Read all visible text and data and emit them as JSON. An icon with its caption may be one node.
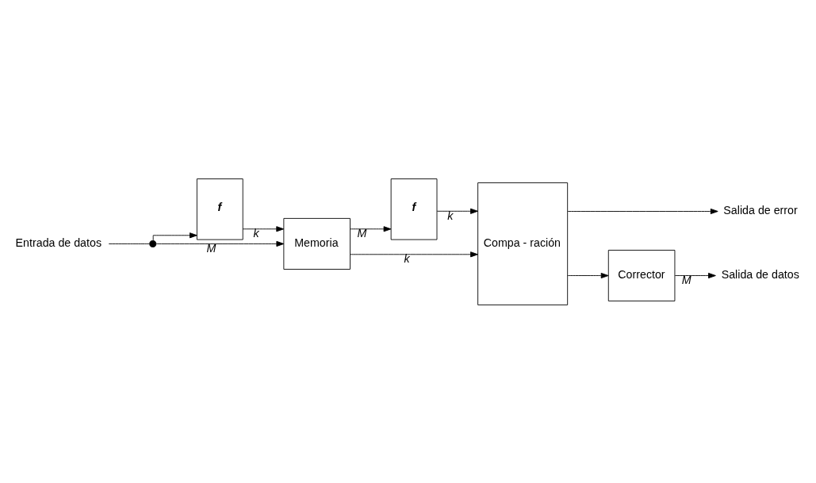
{
  "diagram": {
    "nodes": [
      {
        "text": [
          "Salida de error"
        ]
      },
      {
        "text": [
          "Salida de datos"
        ]
      },
      {
        "text": [
          "Corrector"
        ]
      },
      {
        "text": [
          "Entrada de datos"
        ]
      },
      {
        "text": [],
        "shape": "circle"
      },
      {
        "text": [
          "f"
        ]
      },
      {
        "text": [
          "Memoria"
        ]
      },
      {
        "text": [
          "f"
        ]
      },
      {
        "text": [
          "Compa - ración"
        ]
      }
    ],
    "edges": [
      {
        "from": 8,
        "to": 0,
        "arrow": "to"
      },
      {
        "from": 2,
        "to": 1,
        "arrow": "to",
        "label": "M"
      },
      {
        "from": 8,
        "to": 2,
        "arrow": "to"
      },
      {
        "from": 3,
        "to": 4,
        "arrow": "none"
      },
      {
        "from": 4,
        "to": 6,
        "arrow": "to",
        "label": "M"
      },
      {
        "from": 4,
        "to": 5,
        "arrow": "to"
      },
      {
        "from": 5,
        "to": 6,
        "arrow": "to",
        "label": "k"
      },
      {
        "from": 6,
        "to": 7,
        "arrow": "to",
        "label": "M"
      },
      {
        "from": 7,
        "to": 8,
        "arrow": "to",
        "label": "k"
      },
      {
        "from": 6,
        "to": 8,
        "arrow": "to",
        "label": "k"
      }
    ]
  }
}
